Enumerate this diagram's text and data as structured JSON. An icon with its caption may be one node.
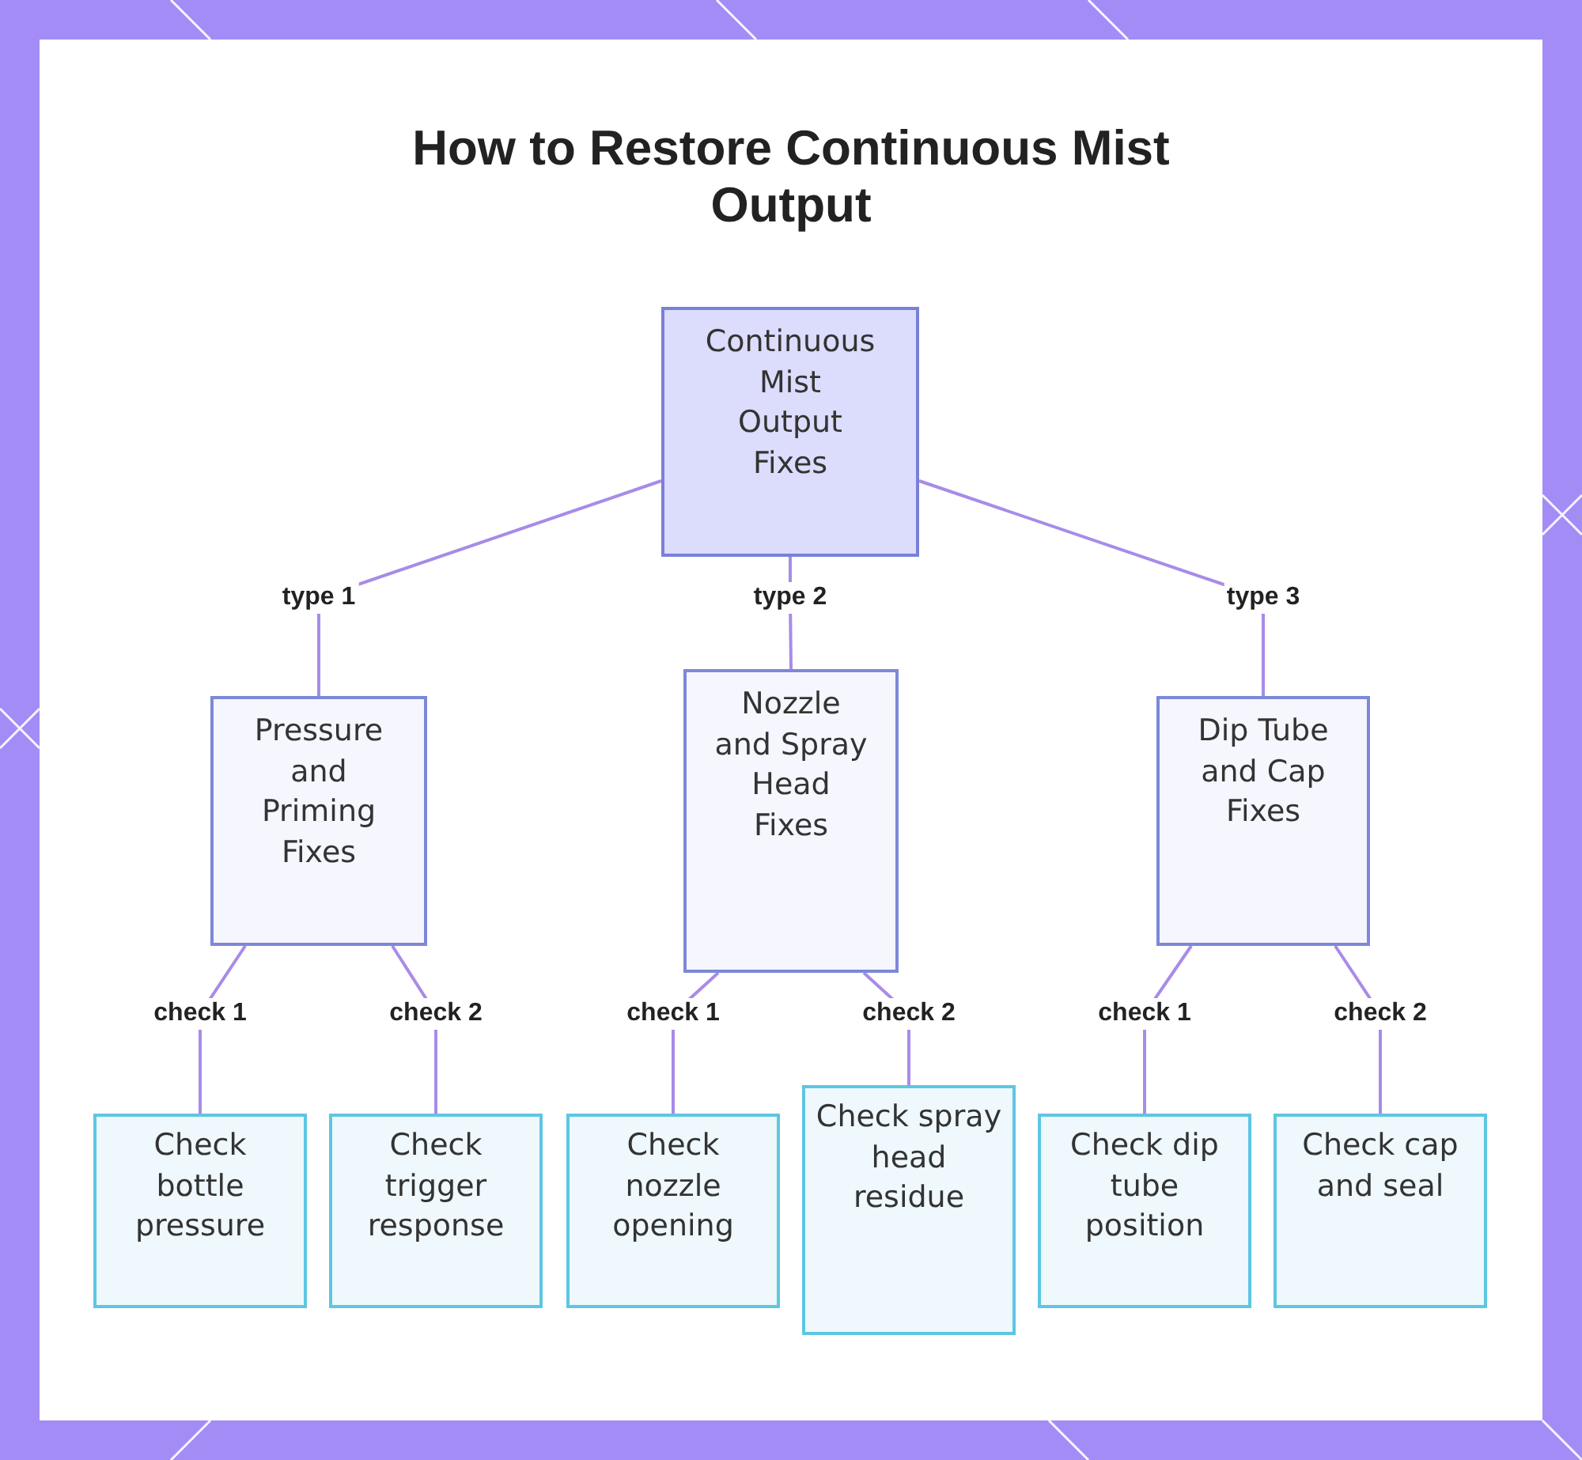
{
  "diagram": {
    "title": "How to Restore Continuous Mist Output",
    "nodes": [
      {
        "text": [
          "Continuous Mist Output Fixes"
        ]
      },
      {
        "text": [
          "Pressure and Priming Fixes"
        ]
      },
      {
        "text": [
          "Nozzle and Spray Head Fixes"
        ]
      },
      {
        "text": [
          "Dip Tube and Cap Fixes"
        ]
      },
      {
        "text": [
          "Check bottle pressure"
        ]
      },
      {
        "text": [
          "Check trigger response"
        ]
      },
      {
        "text": [
          "Check nozzle opening"
        ]
      },
      {
        "text": [
          "Check spray head residue"
        ]
      },
      {
        "text": [
          "Check dip tube position"
        ]
      },
      {
        "text": [
          "Check cap and seal"
        ]
      }
    ],
    "edges": [
      {
        "from": 0,
        "to": 1,
        "arrow": "none",
        "label": "type 1"
      },
      {
        "from": 0,
        "to": 2,
        "arrow": "none",
        "label": "type 2"
      },
      {
        "from": 0,
        "to": 3,
        "arrow": "none",
        "label": "type 3"
      },
      {
        "from": 1,
        "to": 4,
        "arrow": "none",
        "label": "check 1"
      },
      {
        "from": 1,
        "to": 5,
        "arrow": "none",
        "label": "check 2"
      },
      {
        "from": 2,
        "to": 6,
        "arrow": "none",
        "label": "check 1"
      },
      {
        "from": 2,
        "to": 7,
        "arrow": "none",
        "label": "check 2"
      },
      {
        "from": 3,
        "to": 8,
        "arrow": "none",
        "label": "check 1"
      },
      {
        "from": 3,
        "to": 9,
        "arrow": "none",
        "label": "check 2"
      }
    ]
  }
}
